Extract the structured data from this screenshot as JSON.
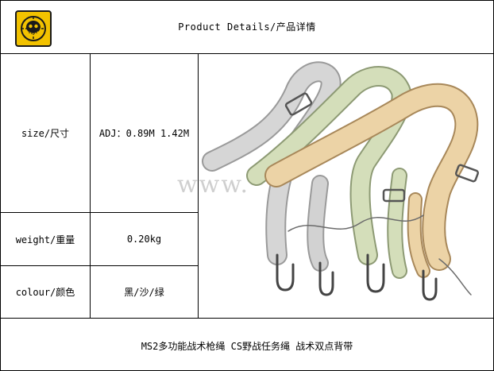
{
  "header": {
    "title": "Product Details/产品详情",
    "logo_icon": "jolly-roger-logo-icon",
    "logo_colors": {
      "background": "#f2c200",
      "border": "#1a1a1a"
    }
  },
  "specs": [
    {
      "label": "size/尺寸",
      "value": "ADJ：0.89M 1.42M"
    },
    {
      "label": "weight/重量",
      "value": "0.20kg"
    },
    {
      "label": "colour/颜色",
      "value": "黑/沙/绿"
    }
  ],
  "product_image": {
    "icon": "tactical-sling-straps-illustration",
    "strap_colors": [
      "#cfcfcf",
      "#d2ddb8",
      "#e8cfa2"
    ],
    "watermark": "www."
  },
  "footer": {
    "caption": "MS2多功能战术枪绳 CS野战任务绳 战术双点背带"
  }
}
